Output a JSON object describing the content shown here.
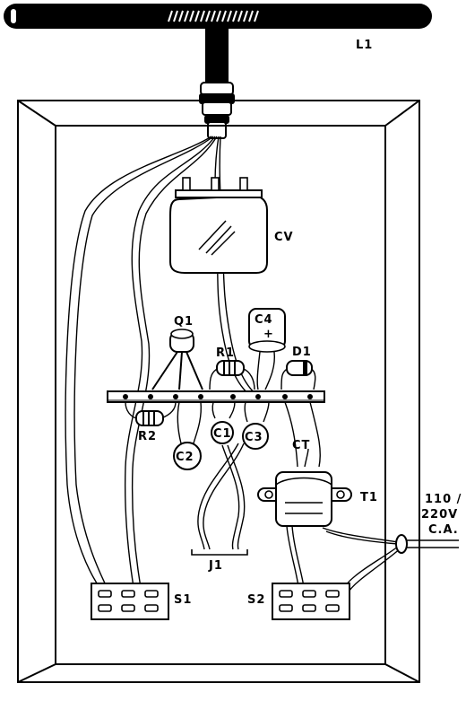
{
  "labels": {
    "l1": "L1",
    "cv": "CV",
    "q1": "Q1",
    "c4": "C4",
    "c4_plus": "+",
    "r1": "R1",
    "d1": "D1",
    "r2": "R2",
    "c1": "C1",
    "c2": "C2",
    "c3": "C3",
    "ct": "CT",
    "t1": "T1",
    "j1": "J1",
    "s1": "S1",
    "s2": "S2",
    "mains_line1": "110 /",
    "mains_line2": "220V",
    "mains_line3": "C.A."
  }
}
